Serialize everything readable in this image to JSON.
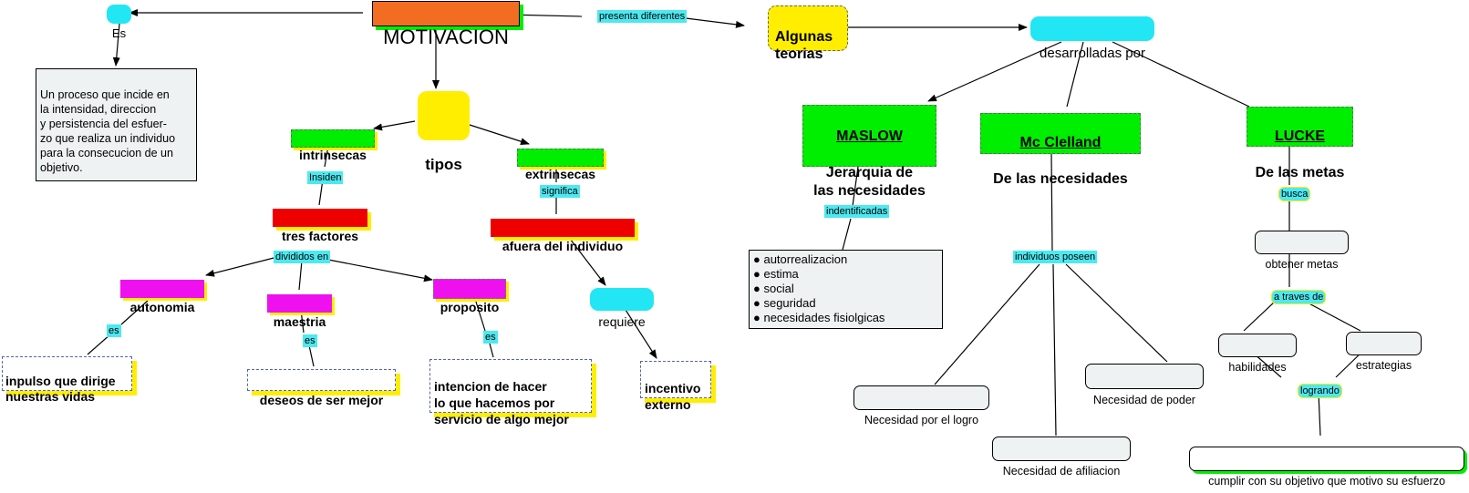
{
  "nodes": {
    "motivacion": "MOTIVACION",
    "es_top": "Es",
    "definicion": "Un proceso que incide en\nla intensidad, direccion\ny persistencia del esfuer-\nzo que realiza un individuo\npara la consecucion de un\nobjetivo.",
    "tipos": "tipos",
    "intrinsecas": "intrinsecas",
    "extrinsecas": "extrinsecas",
    "tres_factores": "tres factores",
    "afuera": "afuera del individuo",
    "autonomia": "autonomia",
    "maestria": "maestria",
    "proposito": "proposito",
    "requiere": "requiere",
    "impulso": "inpulso que dirige\nnuestras vidas",
    "deseos": "deseos de ser mejor",
    "intencion": "intencion de hacer\nlo que hacemos por\nservicio de algo mejor",
    "incentivo": "incentivo\nexterno",
    "algunas_teorias": "Algunas\nteorias",
    "desarrolladas_por": "desarrolladas por",
    "maslow_name": "MASLOW",
    "maslow_sub": "Jerarquia de\nlas necesidades",
    "mcclelland_name": "Mc Clelland",
    "mcclelland_sub": "De las necesidades",
    "lucke_name": "LUCKE",
    "lucke_sub": "De las metas",
    "maslow_list": [
      "autorrealizacion",
      "estima",
      "social",
      "seguridad",
      "necesidades fisiolgicas"
    ],
    "nec_logro": "Necesidad por el logro",
    "nec_poder": "Necesidad de poder",
    "nec_afiliacion": "Necesidad de afiliacion",
    "obtener_metas": "obtener metas",
    "habilidades": "habilidades",
    "estrategias": "estrategias",
    "cumplir": "cumplir con su objetivo que motivo su esfuerzo"
  },
  "link_labels": {
    "presenta": "presenta diferentes",
    "insiden": "Insiden",
    "significa": "significa",
    "divididos": "divididos en",
    "es_autonomia": "es",
    "es_maestria": "es",
    "es_proposito": "es",
    "identificadas": "indentificadas",
    "individuos": "individuos poseen",
    "busca": "busca",
    "a_traves": "a traves de",
    "logrando": "logrando"
  },
  "colors": {
    "orange": "#f26d21",
    "yellow": "#ffee00",
    "green": "#00ee00",
    "cyan": "#22e6f4",
    "red": "#ee0000",
    "magenta": "#ee10ee",
    "light": "#eef2f2"
  }
}
